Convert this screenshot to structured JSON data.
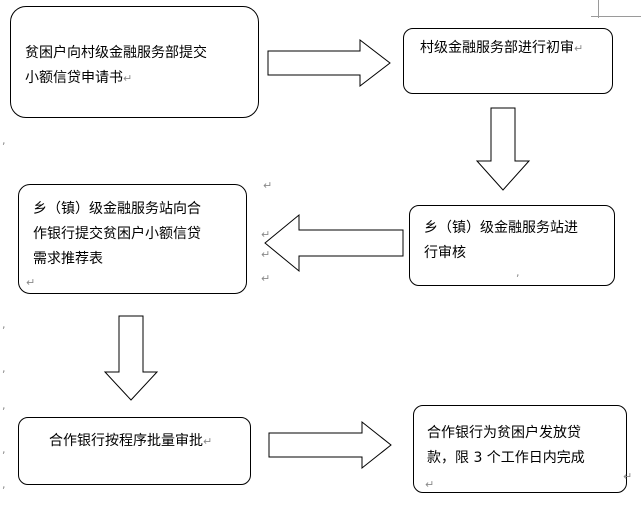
{
  "steps": [
    {
      "text": "贫困户向村级金融服务部提交\n小额信贷申请书"
    },
    {
      "text": "村级金融服务部进行初审"
    },
    {
      "text": "乡（镇）级金融服务站进\n行审核"
    },
    {
      "text": "乡（镇）级金融服务站向合\n作银行提交贫困户小额信贷\n需求推荐表"
    },
    {
      "text": "合作银行按程序批量审批"
    },
    {
      "text": "合作银行为贫困户发放贷\n款，限 3 个工作日内完成"
    }
  ],
  "para_mark": "↵"
}
